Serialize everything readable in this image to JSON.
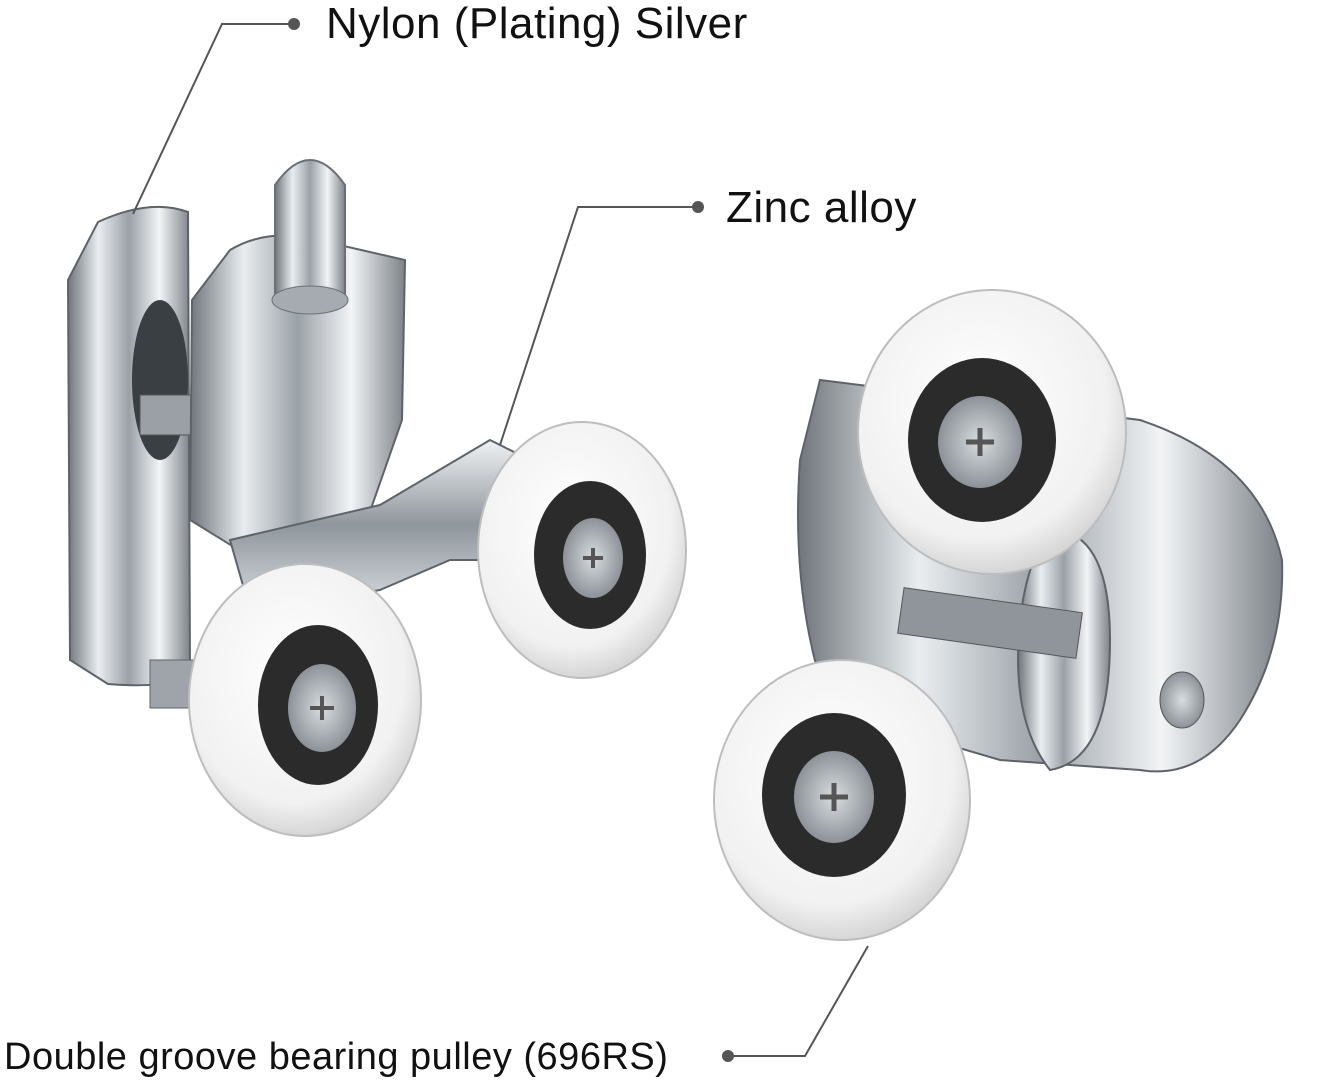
{
  "callouts": [
    {
      "id": "nylon",
      "label": "Nylon (Plating) Silver"
    },
    {
      "id": "zinc",
      "label": "Zinc alloy"
    },
    {
      "id": "pulley",
      "label": "Double groove bearing pulley (696RS)"
    }
  ],
  "bearing_marking": "696RS",
  "colors": {
    "text": "#111111",
    "leader": "#555555",
    "chrome": "#b9bec4",
    "nylon_wheel": "#f4f4f4",
    "bearing": "#2b2b2b"
  }
}
